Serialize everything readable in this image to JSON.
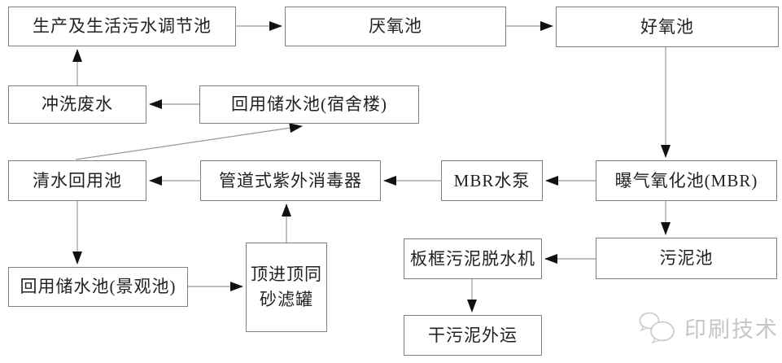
{
  "diagram": {
    "title_hint": "wastewater-treatment-process-flow",
    "nodes": {
      "adjust_tank": {
        "label": "生产及生活污水调节池"
      },
      "anaerobic_tank": {
        "label": "厌氧池"
      },
      "aerobic_tank": {
        "label": "好氧池"
      },
      "flush_wastewater": {
        "label": "冲洗废水"
      },
      "reuse_tank_dorm": {
        "label": "回用储水池(宿舍楼)"
      },
      "clean_water_reuse": {
        "label": "清水回用池"
      },
      "uv_disinfector": {
        "label": "管道式紫外消毒器"
      },
      "mbr_pump": {
        "label": "MBR水泵"
      },
      "aeration_tank": {
        "label": "曝气氧化池(MBR)"
      },
      "sludge_tank": {
        "label": "污泥池"
      },
      "filter_press": {
        "label": "板框污泥脱水机"
      },
      "dry_sludge_out": {
        "label": "干污泥外运"
      },
      "reuse_tank_landscape": {
        "label": "回用储水池(景观池)"
      },
      "sand_filter": {
        "label_line1": "顶进顶同",
        "label_line2": "砂滤罐"
      }
    },
    "edges": [
      {
        "from": "生产及生活污水调节池",
        "to": "厌氧池"
      },
      {
        "from": "厌氧池",
        "to": "好氧池"
      },
      {
        "from": "好氧池",
        "to": "曝气氧化池(MBR)"
      },
      {
        "from": "曝气氧化池(MBR)",
        "to": "MBR水泵"
      },
      {
        "from": "MBR水泵",
        "to": "管道式紫外消毒器"
      },
      {
        "from": "管道式紫外消毒器",
        "to": "清水回用池"
      },
      {
        "from": "清水回用池",
        "to": "回用储水池(宿舍楼)"
      },
      {
        "from": "回用储水池(宿舍楼)",
        "to": "冲洗废水"
      },
      {
        "from": "冲洗废水",
        "to": "生产及生活污水调节池"
      },
      {
        "from": "清水回用池",
        "to": "回用储水池(景观池)"
      },
      {
        "from": "回用储水池(景观池)",
        "to": "顶进顶同砂滤罐"
      },
      {
        "from": "顶进顶同砂滤罐",
        "to": "管道式紫外消毒器"
      },
      {
        "from": "曝气氧化池(MBR)",
        "to": "污泥池"
      },
      {
        "from": "污泥池",
        "to": "板框污泥脱水机"
      },
      {
        "from": "板框污泥脱水机",
        "to": "干污泥外运"
      }
    ],
    "watermark": {
      "text": "印刷技术",
      "icon": "wechat-logo-icon"
    },
    "colors": {
      "background": "#ffffff",
      "box_border": "#7f7f7f",
      "text": "#222222",
      "arrow_line": "#999999",
      "arrow_head": "#111111",
      "watermark": "#c6c6c6"
    }
  }
}
